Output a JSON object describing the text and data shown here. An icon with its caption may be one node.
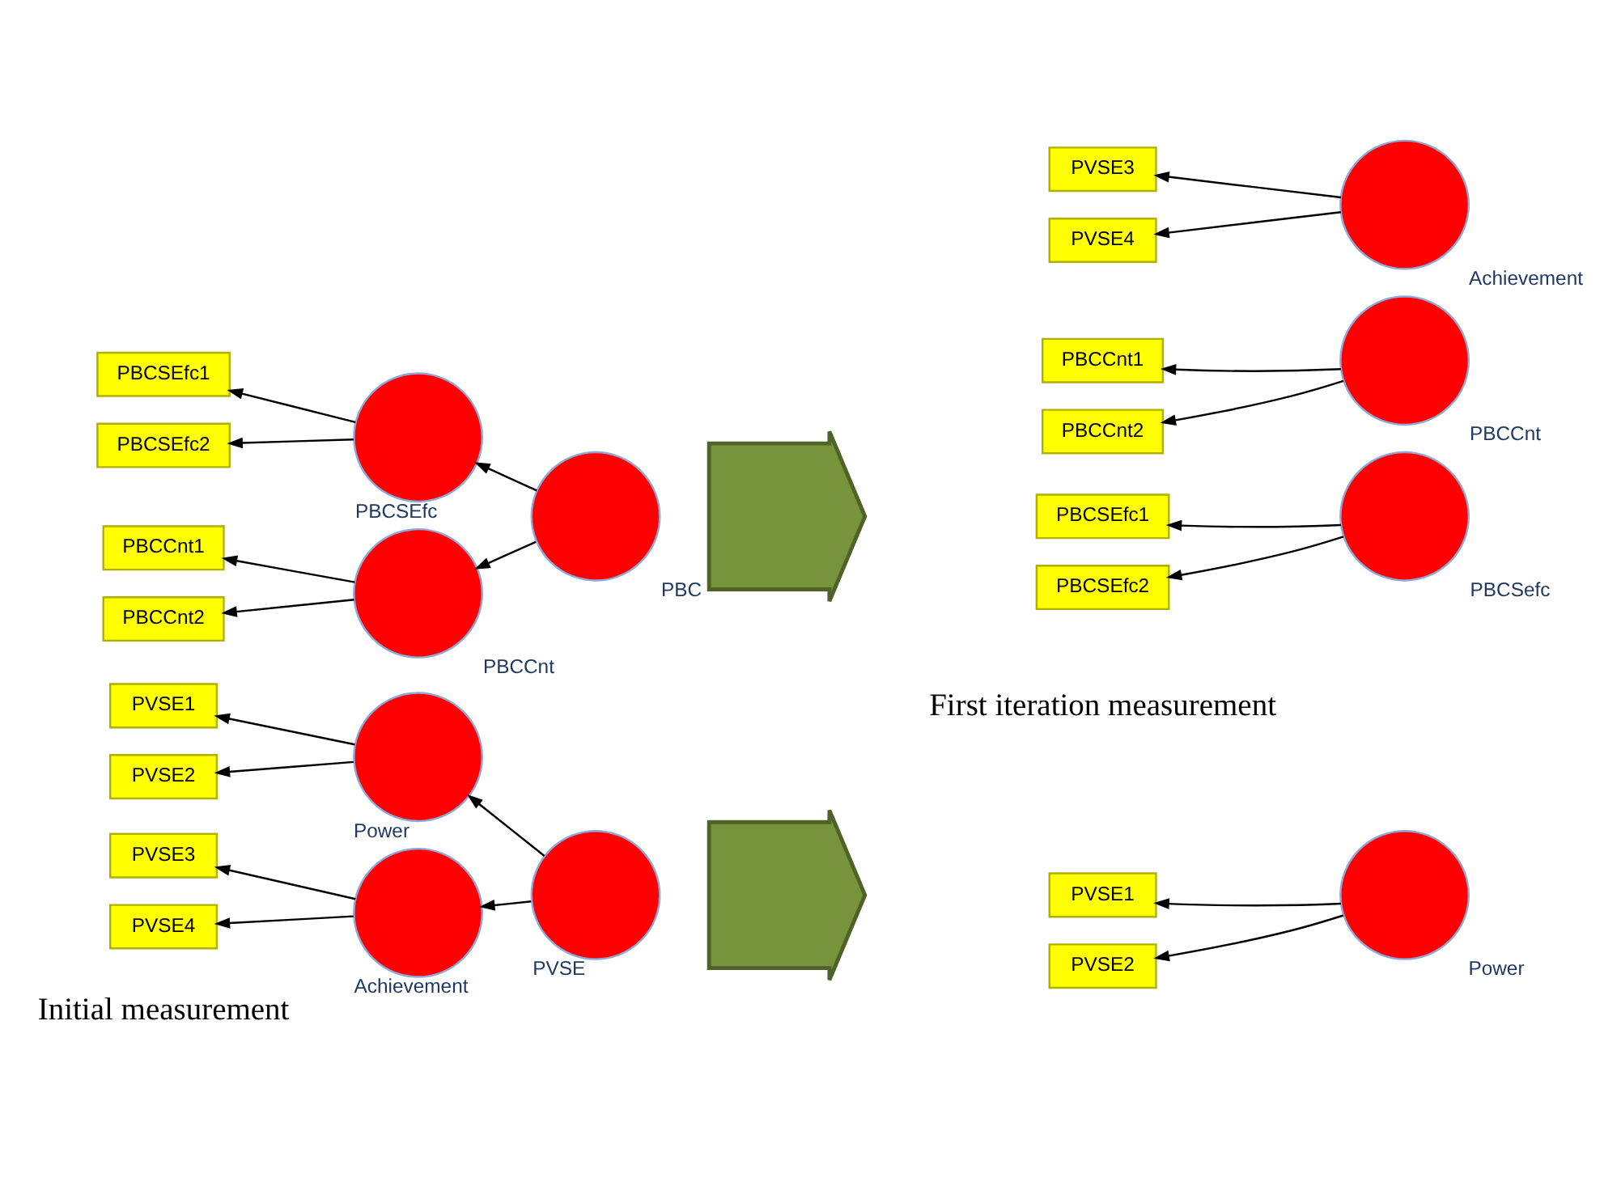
{
  "diagram": {
    "nodes": [
      {
        "text": [
          "PBCSEfc1"
        ]
      },
      {
        "text": [
          "PBCSEfc2"
        ]
      },
      {
        "text": [],
        "shape": "circle",
        "beside": [
          "PBCSEfc"
        ]
      },
      {
        "text": [],
        "shape": "circle",
        "beside": [
          "PBC"
        ]
      },
      {
        "text": [
          "PBCCnt1"
        ]
      },
      {
        "text": [
          "PBCCnt2"
        ]
      },
      {
        "text": [],
        "shape": "circle",
        "beside": [
          "PBCCnt"
        ]
      },
      {
        "text": [],
        "shape": "arrow"
      },
      {
        "text": [
          "PBCSEfc1"
        ]
      },
      {
        "text": [
          "PBCSEfc2"
        ]
      },
      {
        "text": [],
        "shape": "circle",
        "beside": [
          "PBCSefc"
        ]
      },
      {
        "text": [
          "PBCCnt1"
        ]
      },
      {
        "text": [
          "PBCCnt2"
        ]
      },
      {
        "text": [],
        "shape": "circle",
        "beside": [
          "PBCCnt"
        ]
      },
      {
        "text": [
          "PVSE1"
        ]
      },
      {
        "text": [
          "PVSE2"
        ]
      },
      {
        "text": [],
        "shape": "circle",
        "beside": [
          "Power"
        ]
      },
      {
        "text": [],
        "shape": "circle",
        "beside": [
          "PVSE"
        ]
      },
      {
        "text": [
          "PVSE3"
        ]
      },
      {
        "text": [
          "PVSE4"
        ]
      },
      {
        "text": [],
        "shape": "circle",
        "beside": [
          "Achievement"
        ]
      },
      {
        "text": [],
        "shape": "arrow"
      },
      {
        "text": [
          "PVSE1"
        ]
      },
      {
        "text": [
          "PVSE2"
        ]
      },
      {
        "text": [],
        "shape": "circle",
        "beside": [
          "Power"
        ]
      },
      {
        "text": [
          "PVSE3"
        ]
      },
      {
        "text": [
          "PVSE4"
        ]
      },
      {
        "text": [],
        "shape": "circle",
        "beside": [
          "Achievement"
        ]
      }
    ],
    "edges": [
      {
        "from": 2,
        "to": 0,
        "arrow": "to"
      },
      {
        "from": 2,
        "to": 1,
        "arrow": "to"
      },
      {
        "from": 3,
        "to": 2,
        "arrow": "to"
      },
      {
        "from": 3,
        "to": 6,
        "arrow": "to"
      },
      {
        "from": 6,
        "to": 4,
        "arrow": "to"
      },
      {
        "from": 6,
        "to": 5,
        "arrow": "to"
      },
      {
        "from": 10,
        "to": 8,
        "arrow": "to"
      },
      {
        "from": 10,
        "to": 9,
        "arrow": "to"
      },
      {
        "from": 13,
        "to": 11,
        "arrow": "to"
      },
      {
        "from": 13,
        "to": 12,
        "arrow": "to"
      },
      {
        "from": 16,
        "to": 14,
        "arrow": "to"
      },
      {
        "from": 16,
        "to": 15,
        "arrow": "to"
      },
      {
        "from": 17,
        "to": 16,
        "arrow": "to"
      },
      {
        "from": 17,
        "to": 20,
        "arrow": "to"
      },
      {
        "from": 20,
        "to": 18,
        "arrow": "to"
      },
      {
        "from": 20,
        "to": 19,
        "arrow": "to"
      },
      {
        "from": 24,
        "to": 22,
        "arrow": "to"
      },
      {
        "from": 24,
        "to": 23,
        "arrow": "to"
      },
      {
        "from": 27,
        "to": 25,
        "arrow": "to"
      },
      {
        "from": 27,
        "to": 26,
        "arrow": "to"
      }
    ],
    "labels": [
      "Initial measurement",
      "First iteration measurement"
    ]
  }
}
